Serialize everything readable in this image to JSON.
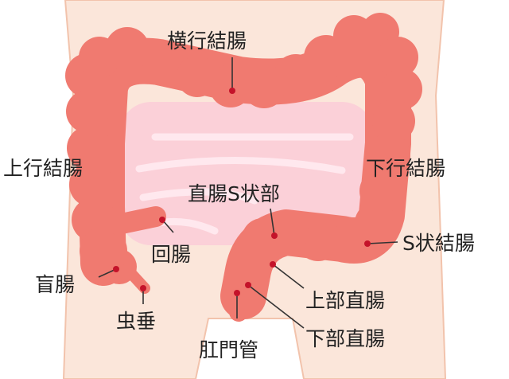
{
  "labels": {
    "transverse_colon": "横行結腸",
    "ascending_colon": "上行結腸",
    "descending_colon": "下行結腸",
    "rectosigmoid": "直腸S状部",
    "sigmoid_colon": "S状結腸",
    "ileum": "回腸",
    "cecum": "盲腸",
    "appendix": "虫垂",
    "upper_rectum": "上部直腸",
    "lower_rectum": "下部直腸",
    "anal_canal": "肛門管"
  },
  "colors": {
    "colon_fill": "#f07a70",
    "colon_stroke": "#e0665c",
    "body_fill": "#fbe6da",
    "body_stroke": "#f2c3ac",
    "small_intestine": "#fbd0d8",
    "small_intestine_line": "#ffe8ee",
    "leader_line": "#333333",
    "dot": "#c4132a"
  }
}
